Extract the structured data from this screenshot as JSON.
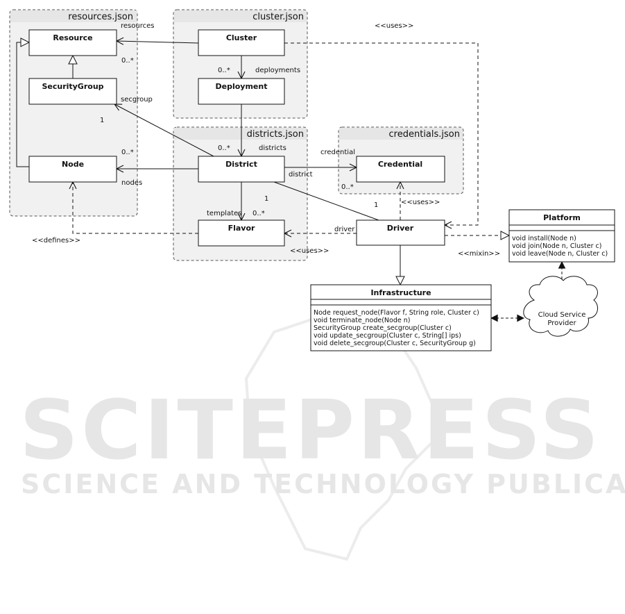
{
  "watermark": {
    "title": "SCITEPRESS",
    "subtitle": "SCIENCE AND TECHNOLOGY PUBLICATIONS"
  },
  "packages": {
    "resources": "resources.json",
    "cluster": "cluster.json",
    "districts": "districts.json",
    "credentials": "credentials.json"
  },
  "classes": {
    "resource": "Resource",
    "security_group": "SecurityGroup",
    "node": "Node",
    "cluster": "Cluster",
    "deployment": "Deployment",
    "district": "District",
    "flavor": "Flavor",
    "credential": "Credential",
    "driver": "Driver",
    "platform": "Platform",
    "infrastructure": "Infrastructure"
  },
  "platform_methods": [
    "void install(Node n)",
    "void join(Node n, Cluster c)",
    "void leave(Node n, Cluster c)"
  ],
  "infrastructure_methods": [
    "Node request_node(Flavor f, String role, Cluster c)",
    "void terminate_node(Node n)",
    "SecurityGroup create_secgroup(Cluster c)",
    "void update_secgroup(Cluster c, String[] ips)",
    "void delete_secgroup(Cluster c, SecurityGroup g)"
  ],
  "cloud": [
    "Cloud Service",
    "Provider"
  ],
  "labels": {
    "resources_role": "resources",
    "resources_mult": "0..*",
    "deployments_mult": "0..*",
    "deployments_role": "deployments",
    "secgroup_role": "secgroup",
    "secgroup_mult": "1",
    "districts_mult": "0..*",
    "districts_role": "districts",
    "nodes_mult": "0..*",
    "nodes_role": "nodes",
    "credential_role": "credential",
    "district_role": "district",
    "credential_mult": "0..*",
    "driver_district_mult_a": "1",
    "driver_district_mult_b": "1",
    "templates_role": "templates",
    "templates_mult": "0..*",
    "driver_role": "driver",
    "uses_top": "<<uses>>",
    "uses_credential": "<<uses>>",
    "uses_flavor": "<<uses>>",
    "defines": "<<defines>>",
    "mixin": "<<mixin>>"
  }
}
